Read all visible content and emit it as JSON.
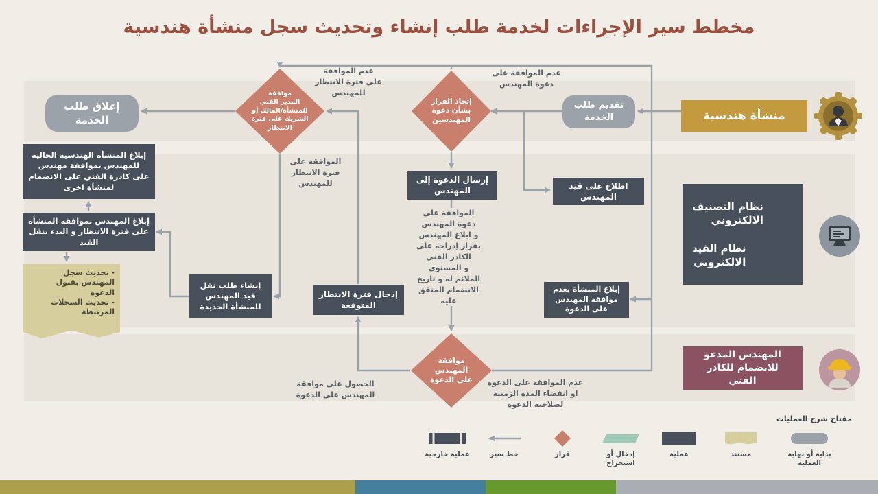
{
  "title": "مخطط سير الإجراءات لخدمة طلب إنشاء وتحديث سجل منشأة هندسية",
  "lanes": {
    "facility": {
      "label": "منشأة هندسية"
    },
    "system": {
      "label_top": "نظام التصنيف\nالالكتروني",
      "label_bottom": "نظام القيد\nالالكتروني"
    },
    "engineer": {
      "label": "المهندس المدعو\nللانضمام للكادر\nالفني"
    }
  },
  "nodes": {
    "submit_request": {
      "label": "تقديم طلب\nالخدمة",
      "type": "start_end"
    },
    "close_request": {
      "label": "إغلاق طلب\nالخدمة",
      "type": "start_end"
    },
    "decision_invite": {
      "label": "إتخاذ القرار\nبشأن دعوة\nالمهندسين",
      "type": "decision"
    },
    "decision_manager": {
      "label": "موافقة\nالمدير الفني\nللمنشأة/المالك أو\nالشريك على فترة\nالانتظار",
      "type": "decision"
    },
    "decision_engineer": {
      "label": "موافقة\nالمهندس\nعلى الدعوة",
      "type": "decision"
    },
    "view_record": {
      "label": "اطلاع على قيد\nالمهندس",
      "type": "process"
    },
    "send_invitation": {
      "label": "إرسال الدعوة إلى\nالمهندس",
      "type": "process"
    },
    "inform_rejection": {
      "label": "إبلاغ المنشأة بعدم\nموافقة المهندس\nعلى الدعوة",
      "type": "process"
    },
    "enter_waiting": {
      "label": "إدخال فترة الانتظار\nالمتوقعة",
      "type": "process"
    },
    "create_transfer": {
      "label": "إنشاء طلب نقل\nقيد المهندس\nللمنشأة الجديدة",
      "type": "process"
    },
    "inform_current_facility": {
      "label": "إبلاغ المنشأة الهندسية الحالية\nللمهندس بموافقة مهندس\nعلى كادرة الفني على الانضمام\nلمنشأة اخرى",
      "type": "process"
    },
    "inform_engineer_approval": {
      "label": "إبلاغ المهندس بموافقة المنشأة\nعلى فترة الانتظار و البدء بنقل\nالقيد",
      "type": "process"
    },
    "update_records_document": {
      "label": "- تحديث سجل\nالمهندس بقبول\nالدعوة\n- تحديث السجلات\nالمرتبطة",
      "type": "document"
    }
  },
  "edge_labels": {
    "no_invite": "عدم الموافقة على\nدعوة المهندس",
    "no_waiting": "عدم الموافقة\nعلى فترة الانتظار\nللمهندس",
    "yes_waiting": "الموافقة على\nفترة الانتظار\nللمهندس",
    "invite_approved_details": "الموافقة على\nدعوة المهندس\nو ابلاغ المهندس\nبقرار إدراجه على\nالكادر الفني\nو المستوى\nالملائم له و تاريخ\nالانضمام المتفق\nعليه",
    "engineer_approved": "الحصول على موافقة\nالمهندس على الدعوة",
    "engineer_rejected": "عدم الموافقة على الدعوة\nاو انقضاء المدة الزمنية\nلصلاحية الدعوة"
  },
  "legend": {
    "title": "مفتاح شرح العمليات",
    "items": [
      {
        "label": "بداية أو نهاية\nالعملية",
        "type": "start_end"
      },
      {
        "label": "مستند",
        "type": "document"
      },
      {
        "label": "عملية",
        "type": "process"
      },
      {
        "label": "إدخال أو استخراج",
        "type": "input_output"
      },
      {
        "label": "قرار",
        "type": "decision"
      },
      {
        "label": "خط سير",
        "type": "flow_line"
      },
      {
        "label": "عملية خارجية",
        "type": "external_process"
      }
    ]
  },
  "colors": {
    "page_bg": "#f1eee8",
    "band": "#e8e4db",
    "title_text": "#9e4e3c",
    "process": "#47505a",
    "decision": "#c97f6c",
    "start_end": "#9ba2a9",
    "document": "#d6cf9d",
    "input_output": "#a0c8b6",
    "facility_lane": "#c39a3d",
    "system_lane": "#47505a",
    "engineer_lane": "#8b5261",
    "arrow": "#9aa3ab",
    "footer_olive": "#aba04c",
    "footer_blue": "#44809d",
    "footer_green": "#68992e",
    "footer_gray": "#a8aeb3"
  }
}
